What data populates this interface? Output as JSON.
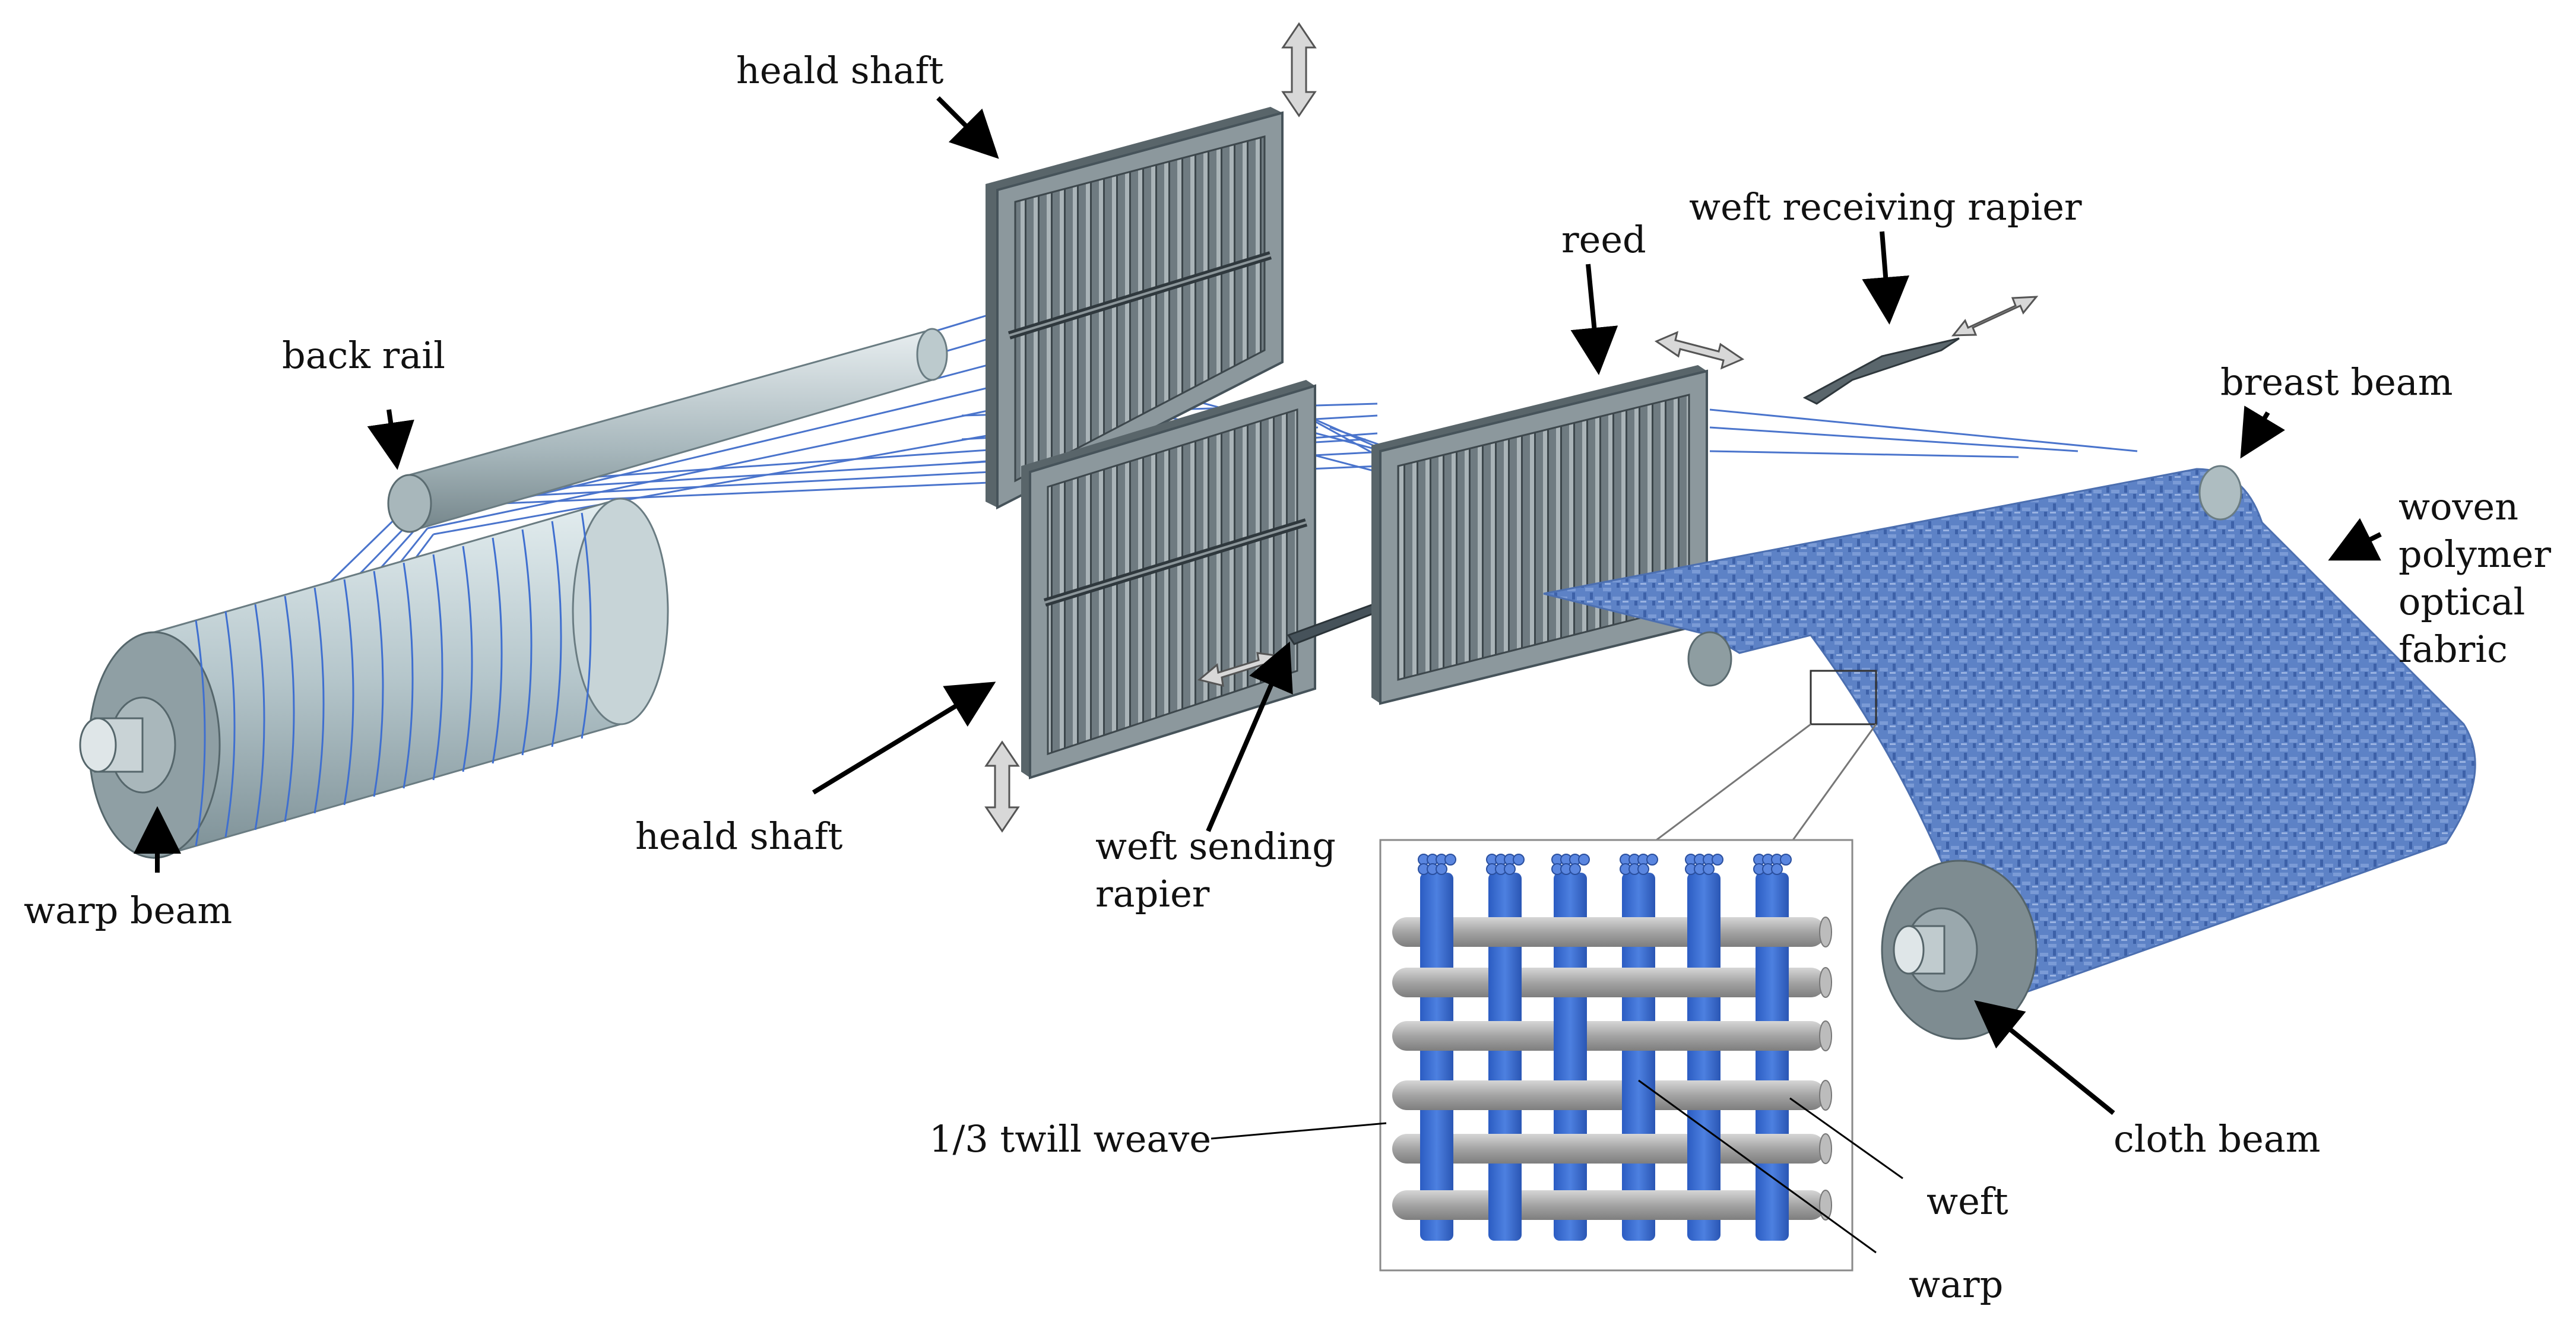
{
  "labels": {
    "heald_shaft_top": "heald shaft",
    "heald_shaft_bottom": "heald shaft",
    "back_rail": "back rail",
    "warp_beam": "warp beam",
    "reed": "reed",
    "weft_receiving_rapier": "weft receiving rapier",
    "breast_beam": "breast beam",
    "woven_fabric": [
      "woven",
      "polymer",
      "optical",
      "fabric"
    ],
    "weft_sending_rapier": [
      "weft sending",
      "rapier"
    ],
    "cloth_beam": "cloth beam",
    "twill_weave": "1/3 twill weave",
    "weft": "weft",
    "warp": "warp"
  },
  "colors": {
    "warp_blue": "#3f6fd0",
    "fabric_blue": "#5b80c4",
    "frame_gray": "#6e7a80",
    "roller_gray": "#b8c7cc",
    "weft_gray": "#a9a9a9",
    "arrow_fill": "#d8d8d8"
  }
}
